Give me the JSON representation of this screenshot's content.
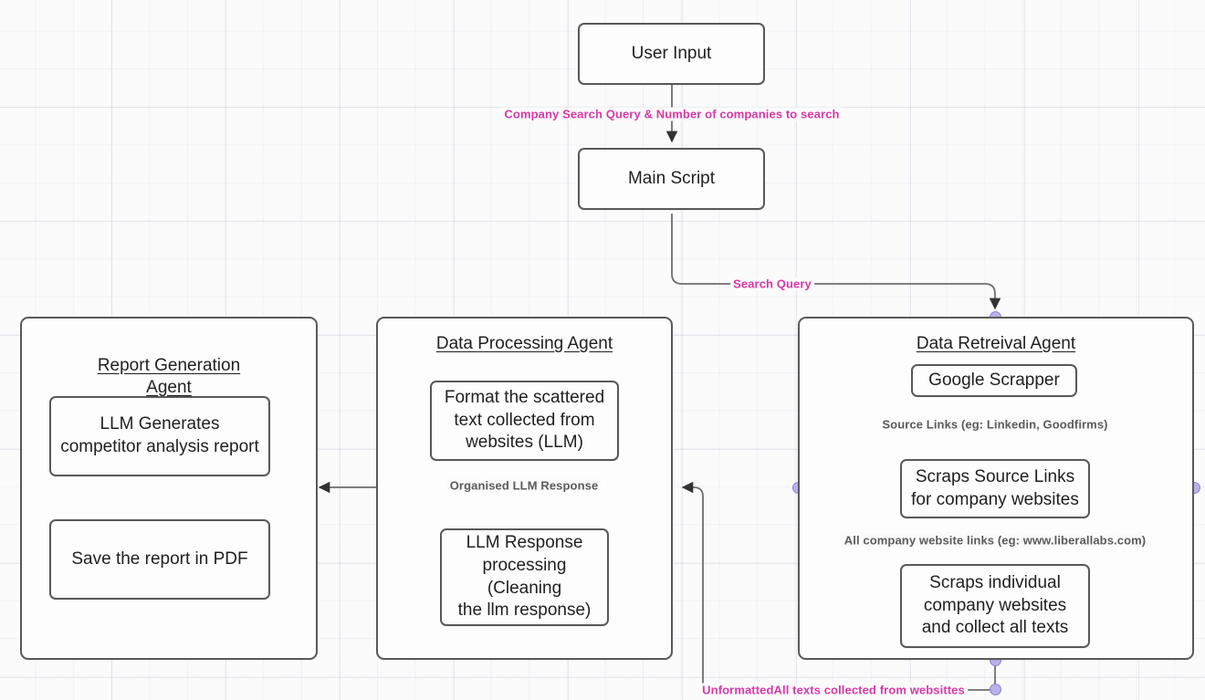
{
  "diagram": {
    "title": "Competitor analysis multi-agent pipeline flowchart",
    "background": "#fbfbfc",
    "accent_pink": "#d63aa6",
    "edge_gray": "#5b5b5b",
    "port_purple": "#b9b2e8"
  },
  "nodes": {
    "user_input": {
      "label": "User Input"
    },
    "main_script": {
      "label": "Main Script"
    },
    "google_scrapper": {
      "label": "Google Scrapper"
    },
    "scraps_source_links": {
      "label": "Scraps Source Links\nfor company websites"
    },
    "scraps_individual": {
      "label": "Scraps individual\ncompany websites\nand collect all texts"
    },
    "format_scattered": {
      "label": "Format the scattered\ntext collected from\nwebsites (LLM)"
    },
    "llm_response_processing": {
      "label": "LLM Response\nprocessing (Cleaning\nthe llm response)"
    },
    "llm_generates": {
      "label": "LLM Generates\ncompetitor analysis report"
    },
    "save_pdf": {
      "label": "Save the report in PDF"
    }
  },
  "groups": {
    "report_generation_agent": {
      "title": "Report Generation\nAgent"
    },
    "data_processing_agent": {
      "title": "Data Processing Agent"
    },
    "data_retrieval_agent": {
      "title": "Data Retreival Agent"
    }
  },
  "edge_labels": {
    "company_search_query": {
      "text": "Company Search Query & Number of companies to search",
      "color": "pink"
    },
    "search_query": {
      "text": "Search Query",
      "color": "pink"
    },
    "source_links": {
      "text": "Source Links (eg: Linkedin, Goodfirms)",
      "color": "gray"
    },
    "all_company_website_links": {
      "text": "All company website links (eg: www.liberallabs.com)",
      "color": "gray"
    },
    "organised_llm_response": {
      "text": "Organised LLM Response",
      "color": "gray"
    },
    "unformatted_texts": {
      "text": "UnformattedAll texts collected from websittes",
      "color": "pink"
    }
  }
}
